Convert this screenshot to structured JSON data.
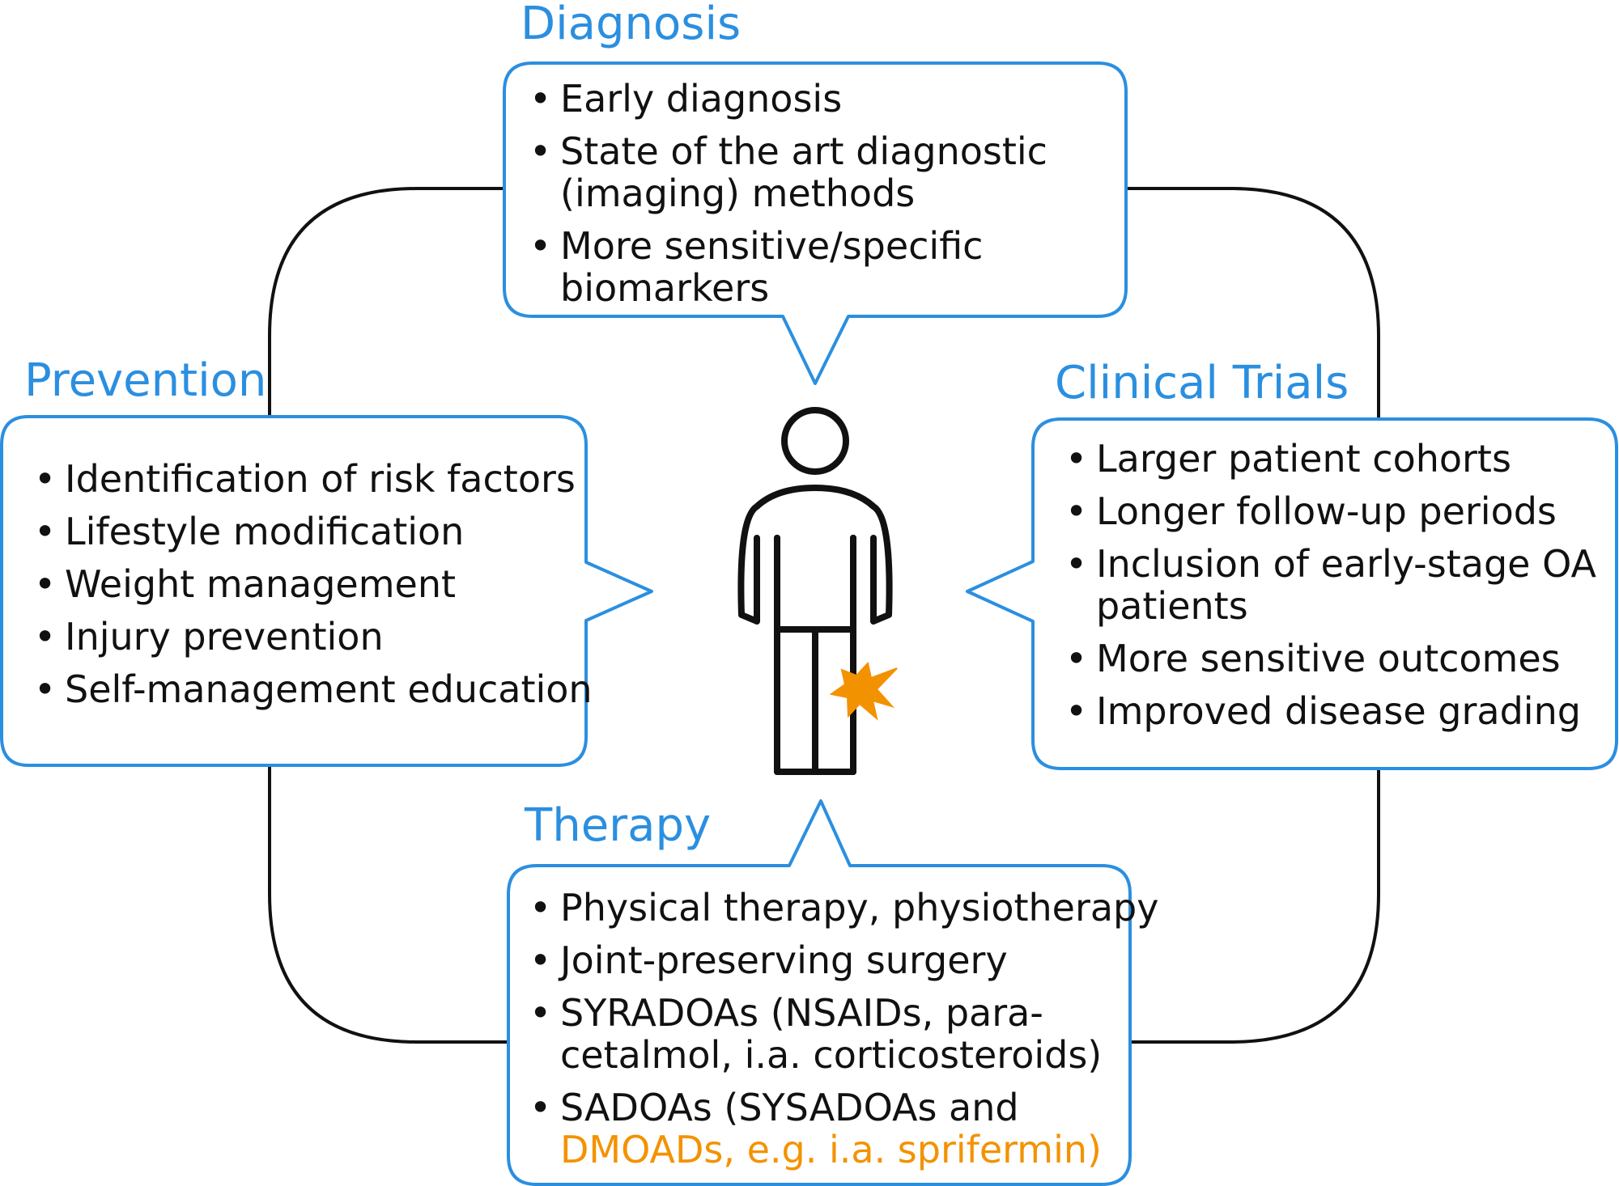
{
  "colors": {
    "accent": "#2b8fe0",
    "pain": "#f39200",
    "outline": "#111111"
  },
  "diagnosis": {
    "title": "Diagnosis",
    "items": [
      "Early diagnosis",
      "State of the art diagnostic",
      "(imaging) methods",
      "More sensitive/specific",
      "biomarkers"
    ]
  },
  "prevention": {
    "title": "Prevention",
    "items": [
      "Identification of risk factors",
      "Lifestyle modification",
      "Weight management",
      "Injury prevention",
      "Self-management education"
    ]
  },
  "clinical_trials": {
    "title": "Clinical Trials",
    "items": [
      "Larger patient cohorts",
      "Longer follow-up periods",
      "Inclusion of early-stage OA",
      "patients",
      "More sensitive outcomes",
      "Improved disease grading"
    ]
  },
  "therapy": {
    "title": "Therapy",
    "items": [
      "Physical therapy, physiotherapy",
      "Joint-preserving surgery",
      "SYRADOAs (NSAIDs, para-",
      "cetalmol, i.a. corticosteroids)",
      "SADOAs (SYSADOAs and",
      "DMOADs, e.g. i.a. sprifermin)"
    ]
  },
  "icons": {
    "figure": "person-icon",
    "pain": "pain-burst-icon"
  }
}
